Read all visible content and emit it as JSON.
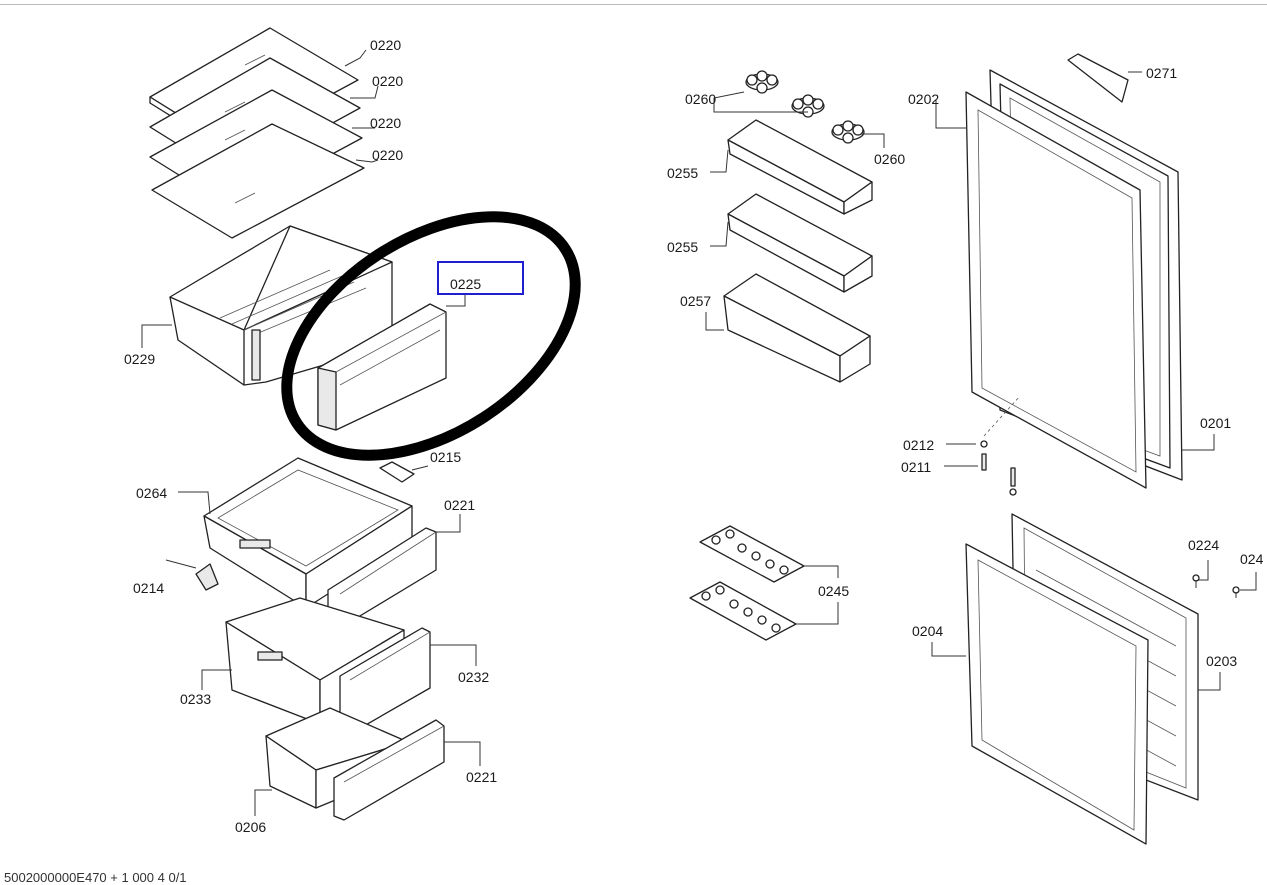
{
  "labels": {
    "shelf_1": "0220",
    "shelf_2": "0220",
    "shelf_3": "0220",
    "shelf_4": "0220",
    "drawer_front_highlighted": "0225",
    "crisper_drawer": "0229",
    "clip": "0215",
    "freezer_drawer_top": "0264",
    "front_panel_top": "0221",
    "handle_piece": "0214",
    "freezer_drawer_middle": "0233",
    "front_panel_middle": "0232",
    "freezer_drawer_bottom": "0206",
    "front_panel_bottom": "0221",
    "egg_cup_1": "0260",
    "egg_cup_2": "0260",
    "door_shelf_1": "0255",
    "door_shelf_2": "0255",
    "door_shelf_bottle": "0257",
    "door_seal_top": "0202",
    "label_plate": "0271",
    "door_top": "0201",
    "washer": "0212",
    "screw": "0211",
    "egg_tray": "0245",
    "hinge_pin": "0224",
    "hinge_pin_cut": "024",
    "door_seal_bottom": "0204",
    "door_bottom": "0203"
  },
  "footer_text": "5002000000E470 + 1 000 4 0/1"
}
